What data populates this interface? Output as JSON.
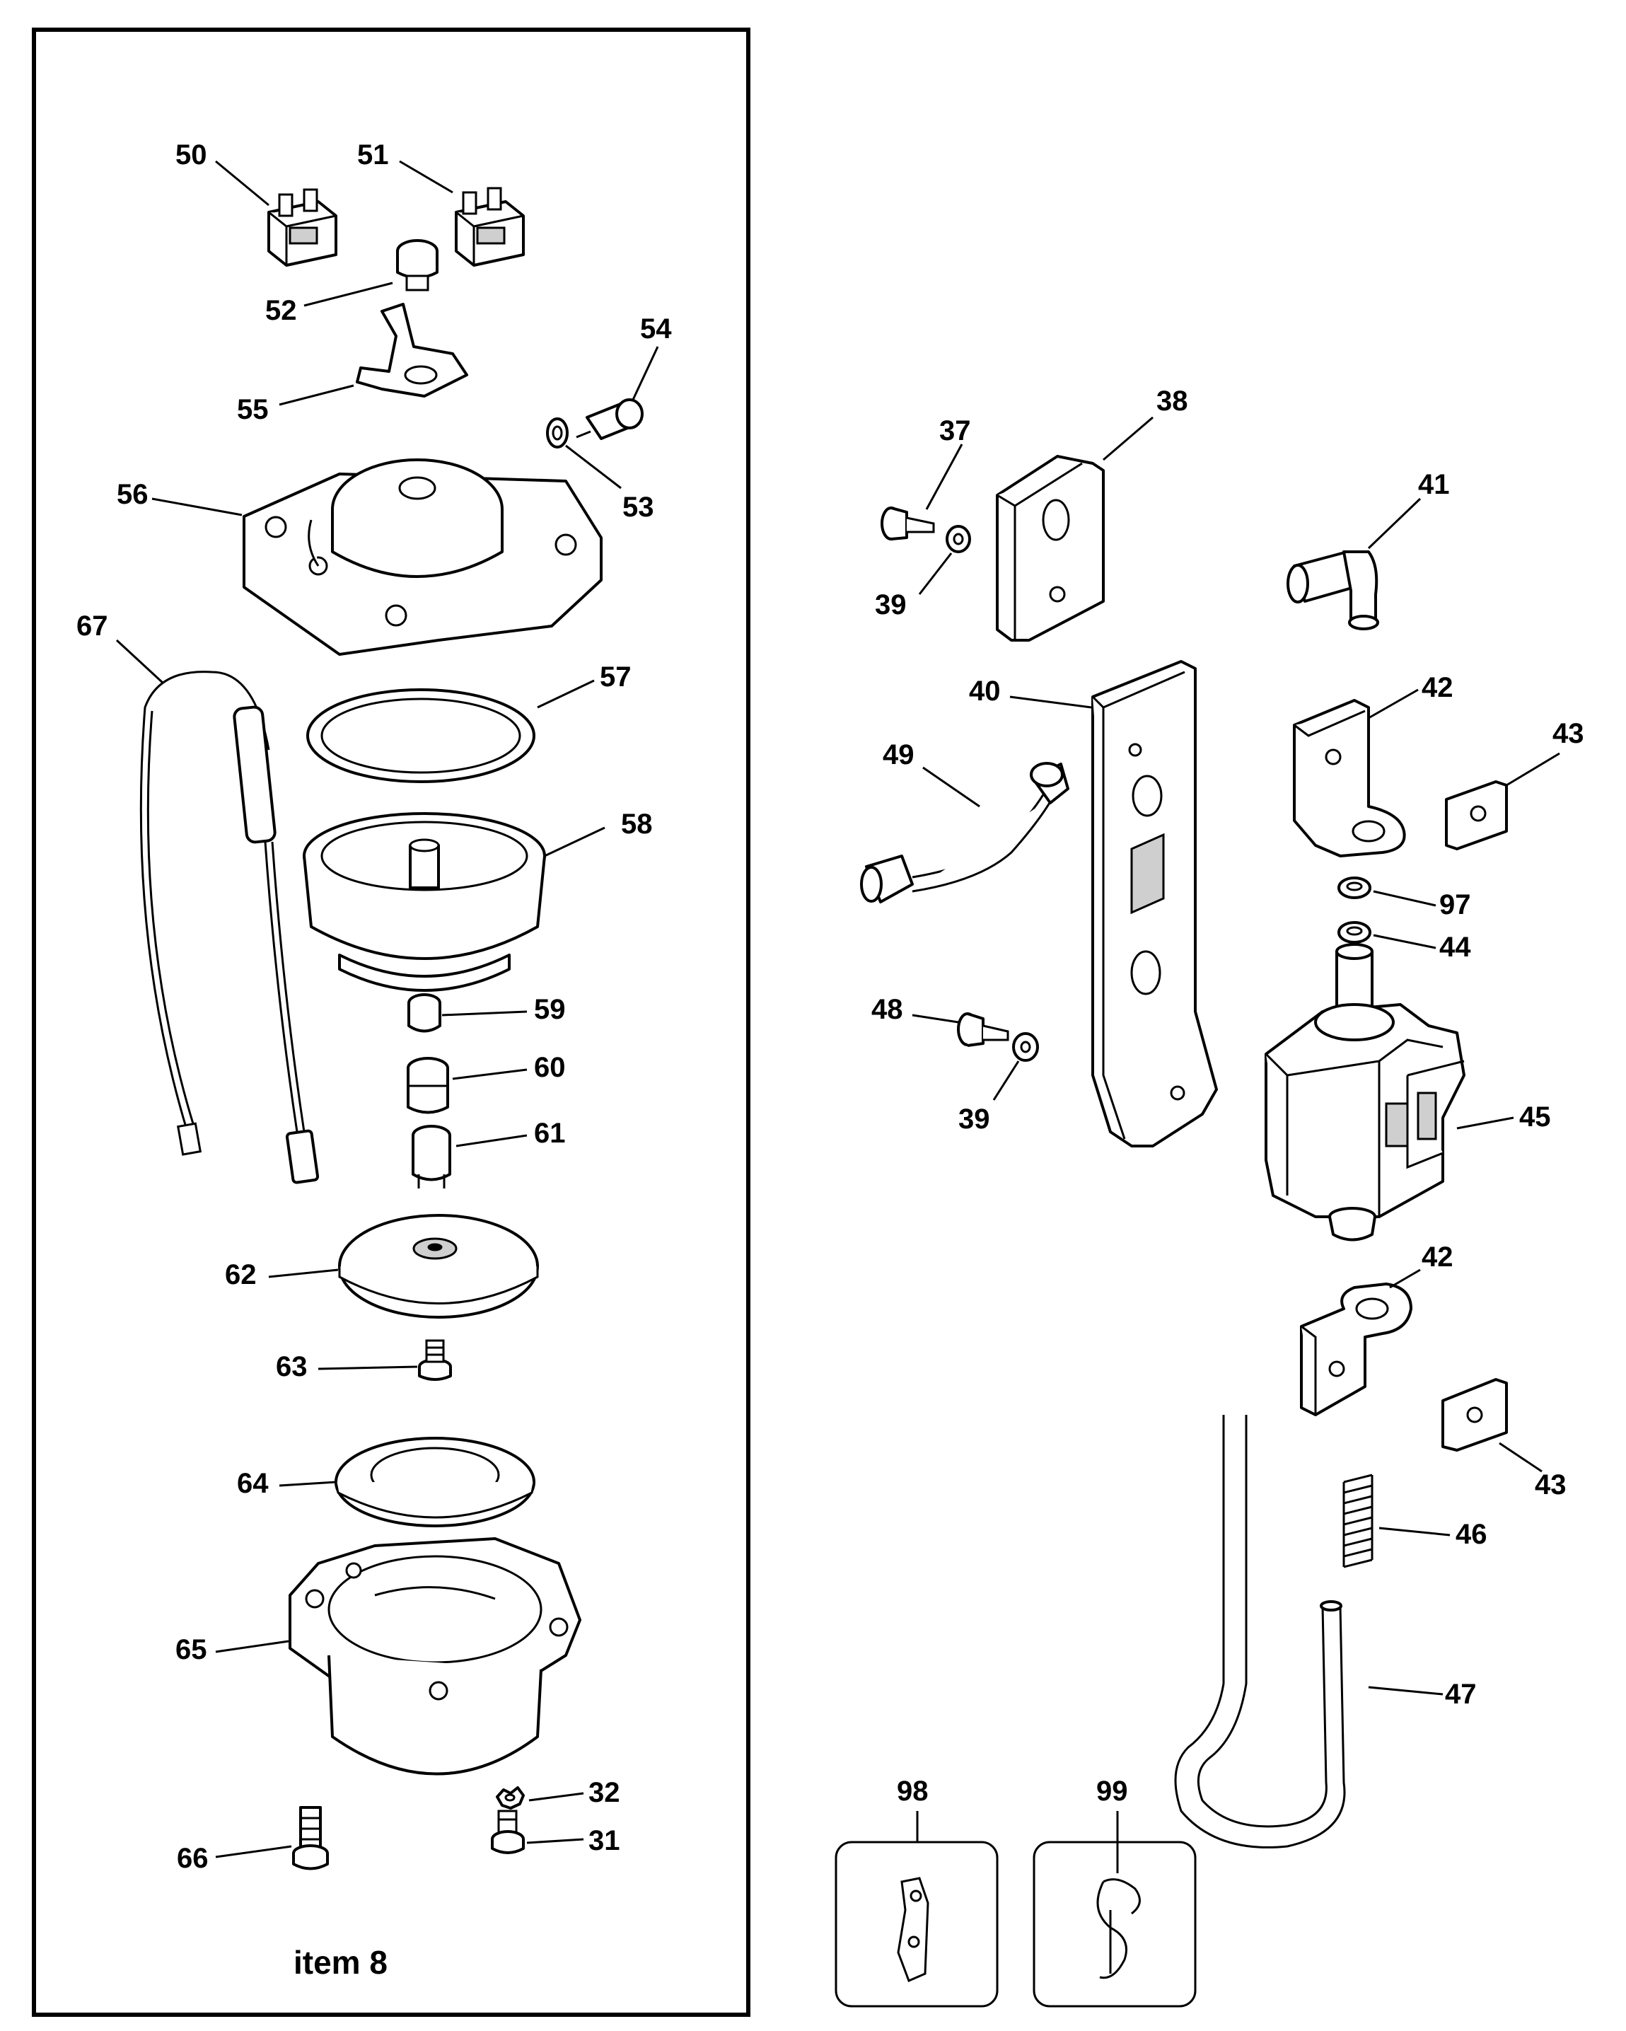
{
  "caption": "item 8",
  "callouts": {
    "n50": "50",
    "n51": "51",
    "n52": "52",
    "n54": "54",
    "n55": "55",
    "n53": "53",
    "n56": "56",
    "n67": "67",
    "n57": "57",
    "n58": "58",
    "n59": "59",
    "n60": "60",
    "n61": "61",
    "n62": "62",
    "n63": "63",
    "n64": "64",
    "n65": "65",
    "n32": "32",
    "n66": "66",
    "n31": "31",
    "n37": "37",
    "n38": "38",
    "n41": "41",
    "n39a": "39",
    "n40": "40",
    "n42a": "42",
    "n43a": "43",
    "n49": "49",
    "n97": "97",
    "n44": "44",
    "n48": "48",
    "n39b": "39",
    "n45": "45",
    "n42b": "42",
    "n43b": "43",
    "n46": "46",
    "n47": "47",
    "n98": "98",
    "n99": "99"
  }
}
